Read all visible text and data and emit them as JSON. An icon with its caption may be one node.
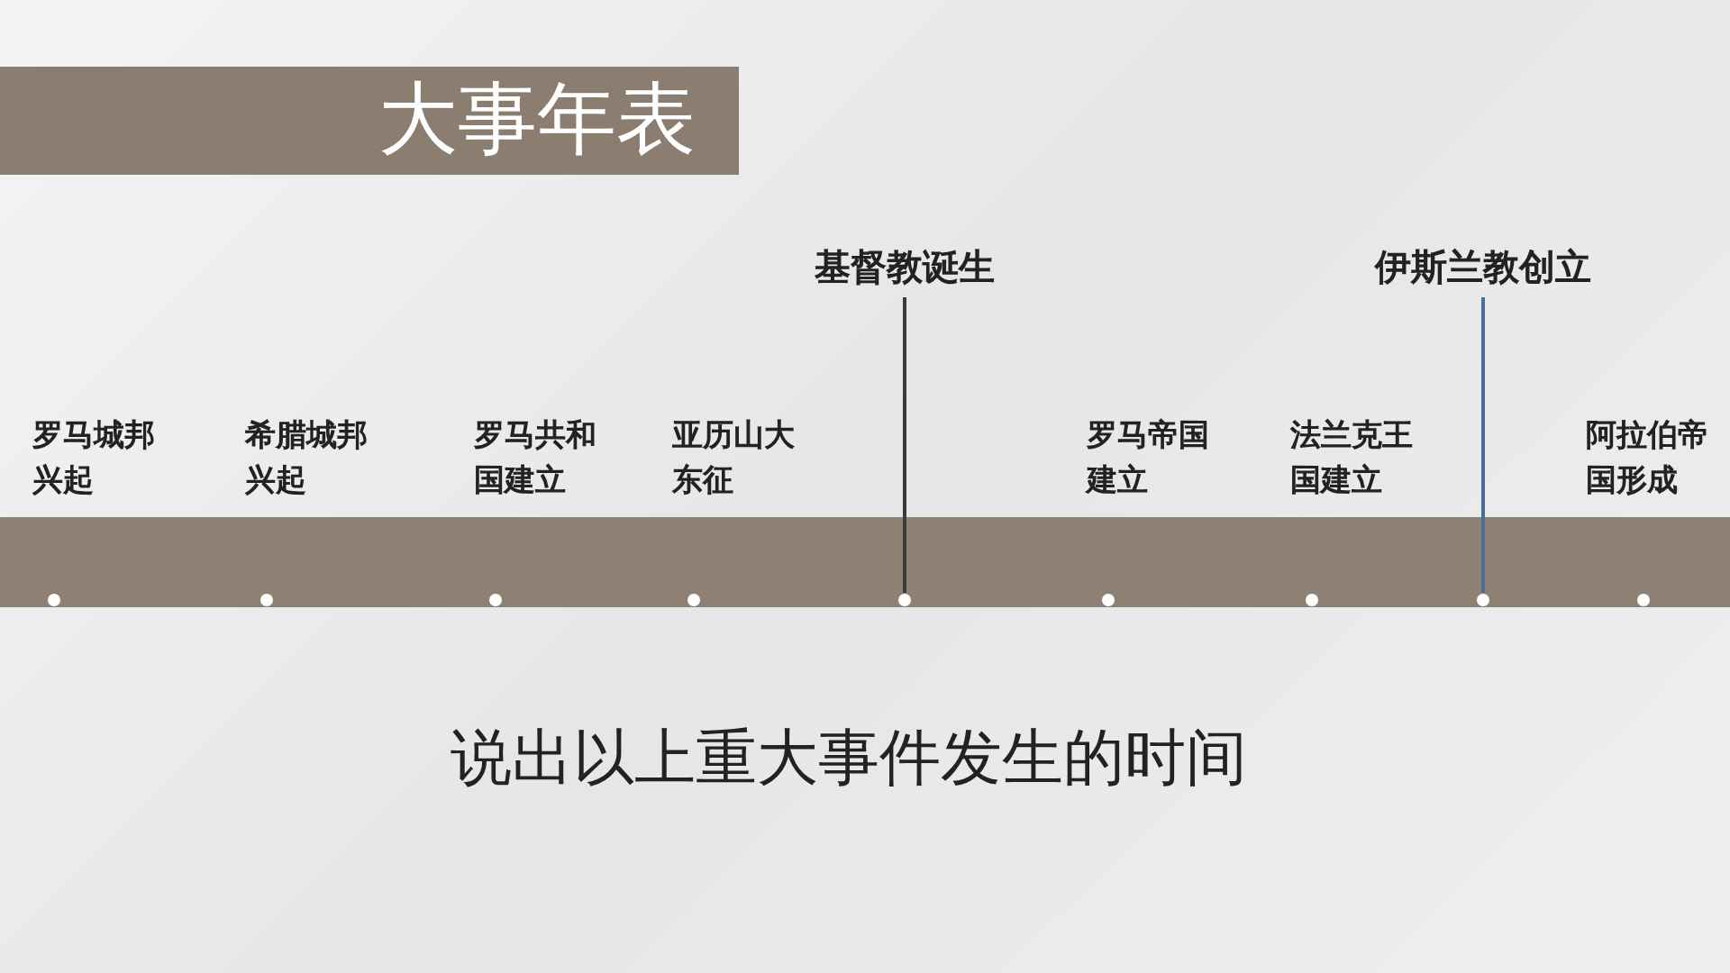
{
  "diagram": {
    "title": "大事年表",
    "nodes": [
      {
        "text": [],
        "shape": "bar"
      },
      {
        "text": [],
        "shape": "circle",
        "in": 0,
        "beside": [
          "罗马城邦兴起"
        ]
      },
      {
        "text": [],
        "shape": "circle",
        "in": 0,
        "beside": [
          "希腊城邦兴起"
        ]
      },
      {
        "text": [],
        "shape": "circle",
        "in": 0,
        "beside": [
          "罗马共和国建立"
        ]
      },
      {
        "text": [],
        "shape": "circle",
        "in": 0,
        "beside": [
          "亚历山大东征"
        ]
      },
      {
        "text": [],
        "shape": "circle",
        "in": 0
      },
      {
        "text": [],
        "shape": "circle",
        "in": 0,
        "beside": [
          "罗马帝国建立"
        ]
      },
      {
        "text": [],
        "shape": "circle",
        "in": 0,
        "beside": [
          "法兰克王国建立"
        ]
      },
      {
        "text": [],
        "shape": "circle",
        "in": 0
      },
      {
        "text": [],
        "shape": "circle",
        "in": 0,
        "beside": [
          "阿拉伯帝国形成"
        ]
      },
      {
        "text": [
          "基督教诞生"
        ]
      },
      {
        "text": [
          "伊斯兰教创立"
        ]
      }
    ],
    "edges": [
      {
        "from": 10,
        "to": 5,
        "arrow": "none",
        "color": "#3a3a3a"
      },
      {
        "from": 11,
        "to": 8,
        "arrow": "none",
        "color": "#4a6e9c"
      }
    ],
    "labels": [
      "说出以上重大事件发生的时间"
    ]
  }
}
